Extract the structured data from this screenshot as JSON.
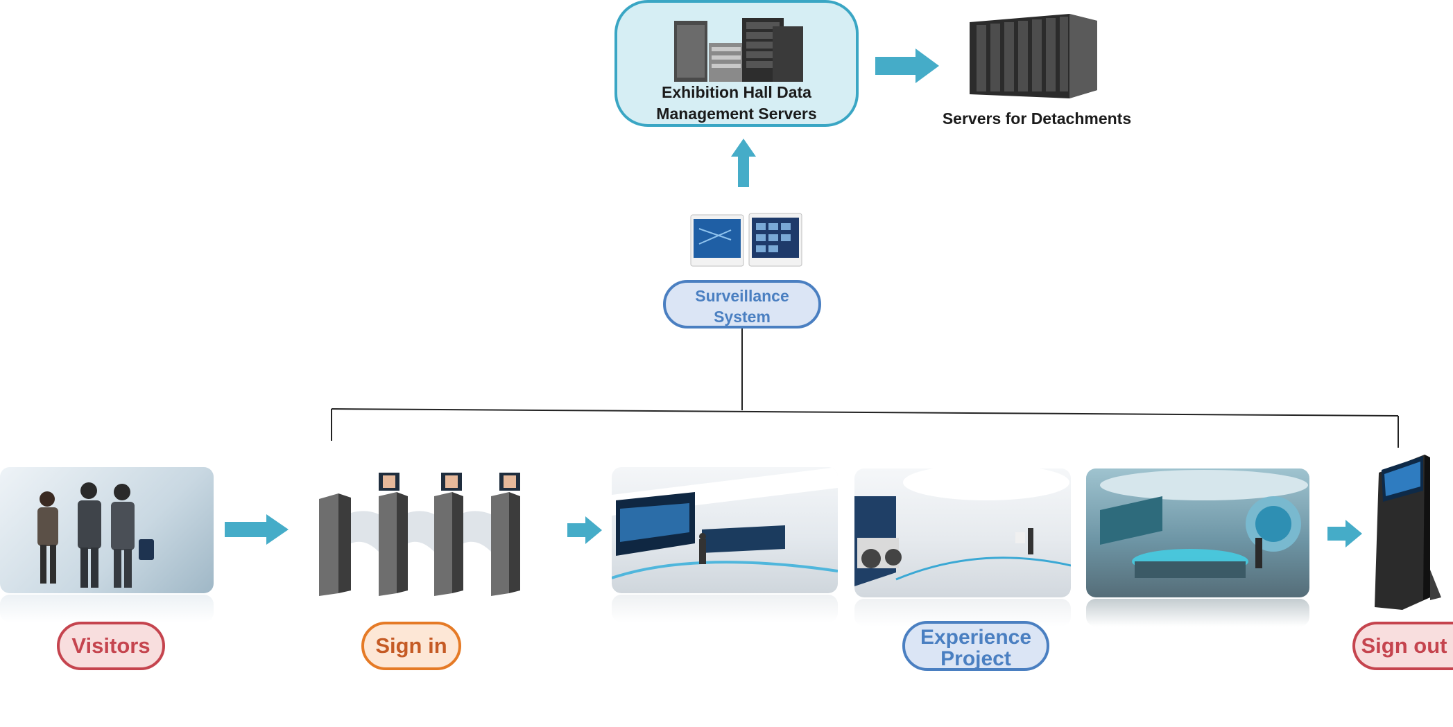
{
  "servers": {
    "label": "Exhibition Hall Data Management Servers",
    "line1": "Exhibition Hall Data",
    "line2": "Management Servers"
  },
  "detachments": {
    "label": "Servers for Detachments"
  },
  "surveillance": {
    "line1": "Surveillance",
    "line2": "System"
  },
  "flow": {
    "visitors": "Visitors",
    "sign_in": "Sign in",
    "experience_line1": "Experience",
    "experience_line2": "Project",
    "sign_out": "Sign out"
  },
  "colors": {
    "arrow": "#45acc8",
    "red": "#c5444e",
    "orange": "#e57a26",
    "blue": "#4a7fc1",
    "server_box_fill": "#d6eef4",
    "server_box_border": "#3aa6c4"
  },
  "icons": {
    "server_rack": "server-rack-icon",
    "detachment_servers": "server-rack-row-icon",
    "monitors": "monitor-screens-icon",
    "turnstile": "turnstile-gate-icon",
    "kiosk": "kiosk-terminal-icon"
  }
}
